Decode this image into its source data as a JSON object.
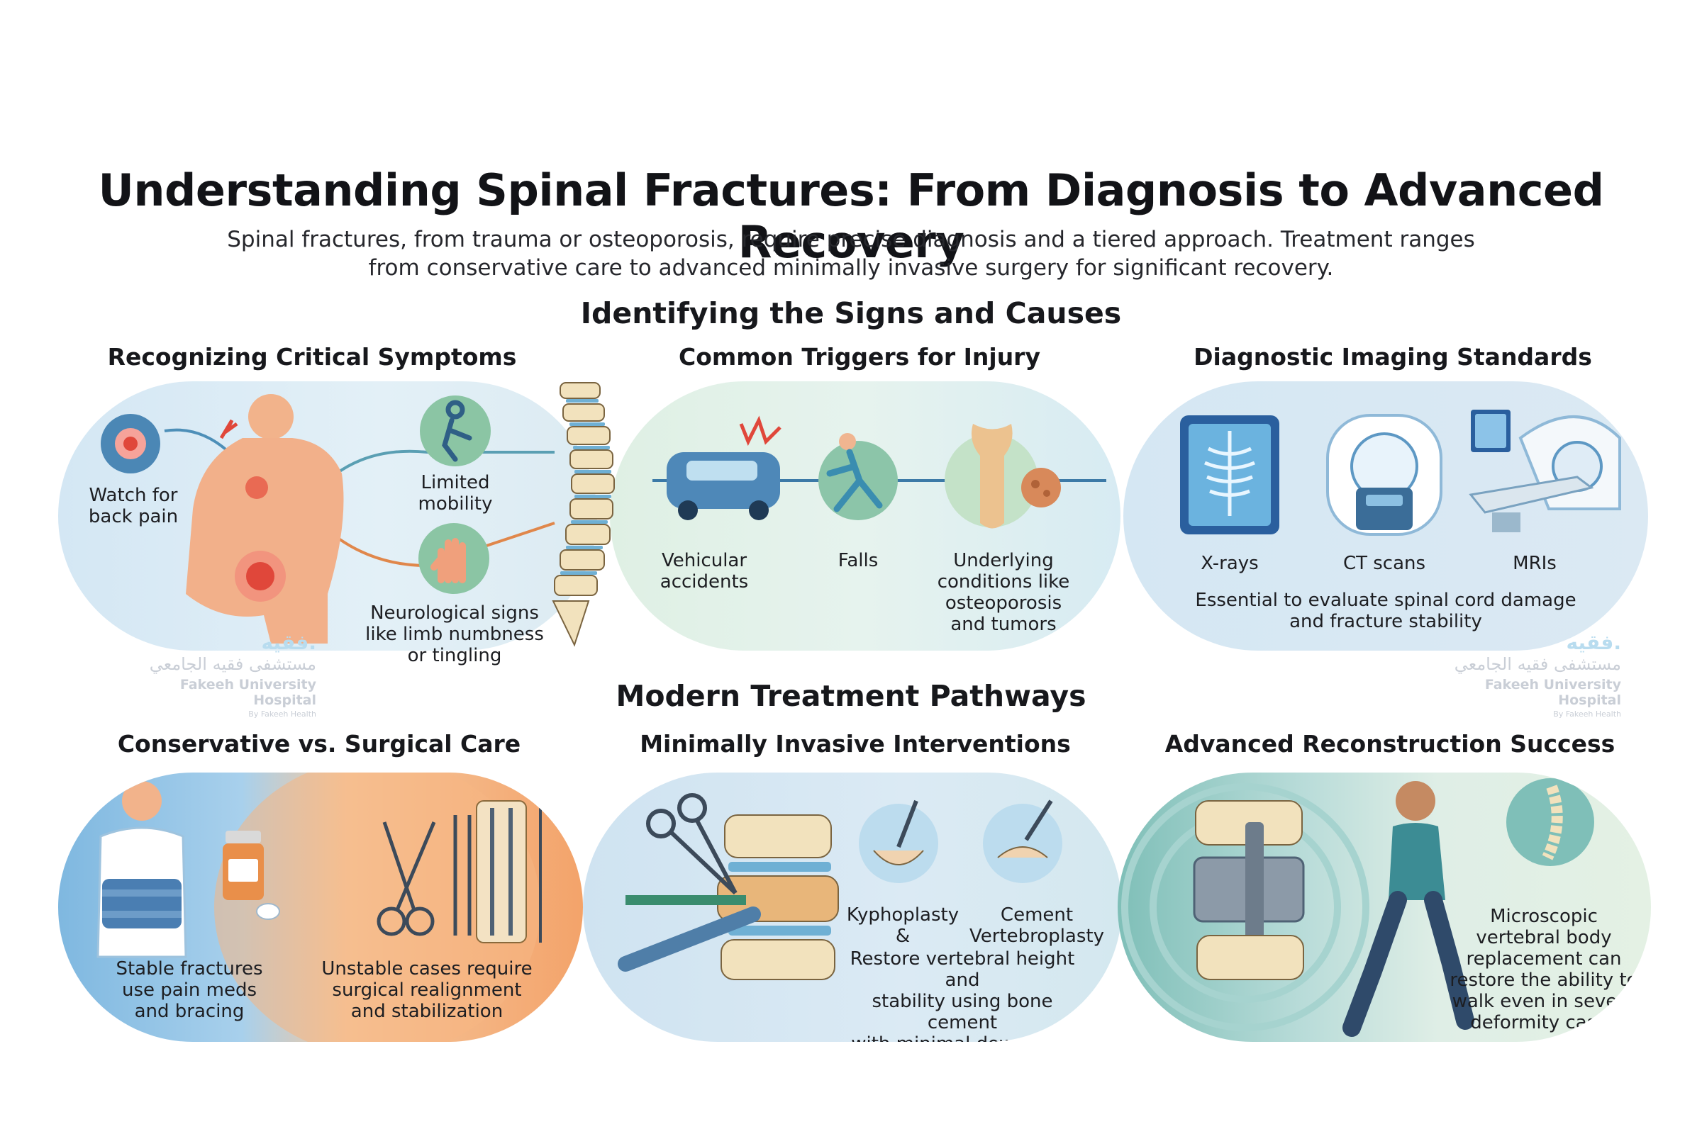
{
  "header": {
    "title": "Understanding Spinal Fractures: From Diagnosis to Advanced Recovery",
    "subtitle_line1": "Spinal fractures, from trauma or osteoporosis, require precise diagnosis and a tiered approach. Treatment ranges",
    "subtitle_line2": "from conservative care to advanced minimally invasive surgery for significant recovery."
  },
  "section_signs": {
    "title": "Identifying the Signs and Causes",
    "symptoms": {
      "title": "Recognizing Critical Symptoms",
      "back_pain_line1": "Watch for",
      "back_pain_line2": "back pain",
      "mobility_line1": "Limited",
      "mobility_line2": "mobility",
      "neuro_line1": "Neurological signs",
      "neuro_line2": "like limb numbness",
      "neuro_line3": "or tingling"
    },
    "triggers": {
      "title": "Common Triggers for Injury",
      "vehicle_line1": "Vehicular",
      "vehicle_line2": "accidents",
      "falls": "Falls",
      "cond_line1": "Underlying",
      "cond_line2": "conditions like",
      "cond_line3": "osteoporosis",
      "cond_line4": "and tumors"
    },
    "imaging": {
      "title": "Diagnostic Imaging Standards",
      "xrays": "X-rays",
      "ct": "CT scans",
      "mri": "MRIs",
      "note_line1": "Essential to evaluate spinal cord damage",
      "note_line2": "and fracture stability"
    }
  },
  "section_treatment": {
    "title": "Modern Treatment Pathways",
    "conservative": {
      "title": "Conservative vs. Surgical Care",
      "stable_line1": "Stable fractures",
      "stable_line2": "use pain meds",
      "stable_line3": "and bracing",
      "unstable_line1": "Unstable cases require",
      "unstable_line2": "surgical realignment",
      "unstable_line3": "and stabilization"
    },
    "minimally": {
      "title": "Minimally Invasive Interventions",
      "kypho": "Kyphoplasty &",
      "cement_line1": "Cement",
      "cement_line2": "Vertebroplasty",
      "desc_line1": "Restore vertebral height and",
      "desc_line2": "stability using bone cement",
      "desc_line3": "with minimal downtime."
    },
    "reconstruction": {
      "title": "Advanced Reconstruction Success",
      "desc_line1": "Microscopic",
      "desc_line2": "vertebral body",
      "desc_line3": "replacement can",
      "desc_line4": "restore the ability to",
      "desc_line5": "walk even in severe",
      "desc_line6": "deformity cases"
    }
  },
  "watermark": {
    "logo": "فقيه.",
    "arabic": "مستشفى فقيه الجامعي",
    "english": "Fakeeh University Hospital",
    "by": "By Fakeeh Health"
  },
  "colors": {
    "blue_pill": "#d8e9f5",
    "green_pill": "#dcefe0",
    "orange": "#f3a56a",
    "accent_red": "#e0473a"
  }
}
